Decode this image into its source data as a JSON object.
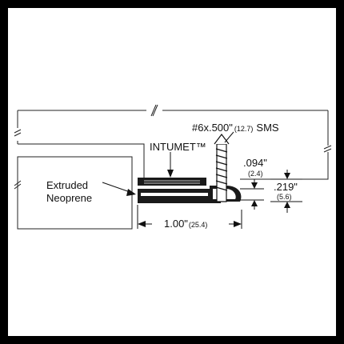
{
  "labels": {
    "screw_main": "#6x.500\"",
    "screw_metric": "(12.7)",
    "screw_suffix": "SMS",
    "intumet": "INTUMET™",
    "extruded_line1": "Extruded",
    "extruded_line2": "Neoprene",
    "dim_094": ".094\"",
    "dim_094_metric": "(2.4)",
    "dim_219": ".219\"",
    "dim_219_metric": "(5.6)",
    "dim_100": "1.00\"",
    "dim_100_metric": "(25.4)"
  }
}
